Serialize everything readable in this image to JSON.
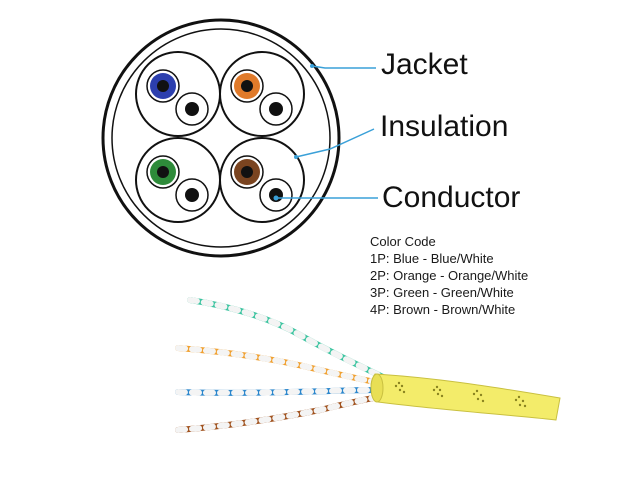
{
  "callouts": {
    "jacket": "Jacket",
    "insulation": "Insulation",
    "conductor": "Conductor"
  },
  "color_code": {
    "heading": "Color Code",
    "pairs": [
      "1P: Blue - Blue/White",
      "2P: Orange - Orange/White",
      "3P: Green - Green/White",
      "4P: Brown - Brown/White"
    ]
  },
  "colors": {
    "leader_line": "#3aa0d8",
    "outline": "#111111",
    "blue": "#2c3fae",
    "orange": "#e07a2a",
    "green": "#2e8b3a",
    "brown": "#7a4420",
    "jacket_yellow": "#f3ec6a",
    "wire_teal": "#3cc4a0",
    "wire_orange": "#f0a030",
    "wire_blue": "#2a86cc",
    "wire_brown": "#a0521e"
  }
}
